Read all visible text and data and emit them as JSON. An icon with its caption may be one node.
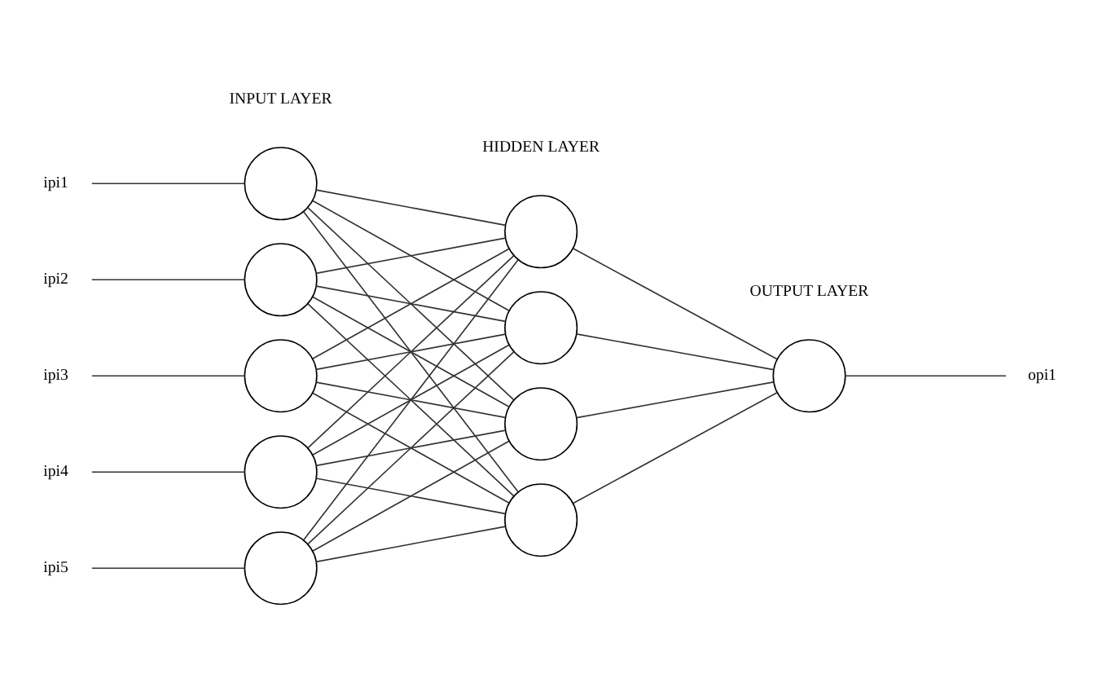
{
  "diagram": {
    "nodes": [
      {
        "text": [
          "ipi1"
        ]
      },
      {
        "text": [
          "ipi2"
        ]
      },
      {
        "text": [
          "ipi3"
        ]
      },
      {
        "text": [
          "ipi4"
        ]
      },
      {
        "text": [
          "ipi5"
        ]
      },
      {
        "text": [],
        "shape": "circle"
      },
      {
        "text": [],
        "shape": "circle"
      },
      {
        "text": [],
        "shape": "circle"
      },
      {
        "text": [],
        "shape": "circle"
      },
      {
        "text": [],
        "shape": "circle"
      },
      {
        "text": [],
        "shape": "circle"
      },
      {
        "text": [],
        "shape": "circle"
      },
      {
        "text": [],
        "shape": "circle"
      },
      {
        "text": [],
        "shape": "circle"
      },
      {
        "text": [],
        "shape": "circle"
      },
      {
        "text": [
          "opi1"
        ]
      }
    ],
    "edges": [
      {
        "from": 0,
        "to": 5,
        "arrow": "none"
      },
      {
        "from": 1,
        "to": 6,
        "arrow": "none"
      },
      {
        "from": 2,
        "to": 7,
        "arrow": "none"
      },
      {
        "from": 3,
        "to": 8,
        "arrow": "none"
      },
      {
        "from": 4,
        "to": 9,
        "arrow": "none"
      },
      {
        "from": 5,
        "to": 10,
        "arrow": "none"
      },
      {
        "from": 5,
        "to": 11,
        "arrow": "none"
      },
      {
        "from": 5,
        "to": 12,
        "arrow": "none"
      },
      {
        "from": 5,
        "to": 13,
        "arrow": "none"
      },
      {
        "from": 6,
        "to": 10,
        "arrow": "none"
      },
      {
        "from": 6,
        "to": 11,
        "arrow": "none"
      },
      {
        "from": 6,
        "to": 12,
        "arrow": "none"
      },
      {
        "from": 6,
        "to": 13,
        "arrow": "none"
      },
      {
        "from": 7,
        "to": 10,
        "arrow": "none"
      },
      {
        "from": 7,
        "to": 11,
        "arrow": "none"
      },
      {
        "from": 7,
        "to": 12,
        "arrow": "none"
      },
      {
        "from": 7,
        "to": 13,
        "arrow": "none"
      },
      {
        "from": 8,
        "to": 10,
        "arrow": "none"
      },
      {
        "from": 8,
        "to": 11,
        "arrow": "none"
      },
      {
        "from": 8,
        "to": 12,
        "arrow": "none"
      },
      {
        "from": 8,
        "to": 13,
        "arrow": "none"
      },
      {
        "from": 9,
        "to": 10,
        "arrow": "none"
      },
      {
        "from": 9,
        "to": 11,
        "arrow": "none"
      },
      {
        "from": 9,
        "to": 12,
        "arrow": "none"
      },
      {
        "from": 9,
        "to": 13,
        "arrow": "none"
      },
      {
        "from": 10,
        "to": 14,
        "arrow": "none"
      },
      {
        "from": 11,
        "to": 14,
        "arrow": "none"
      },
      {
        "from": 12,
        "to": 14,
        "arrow": "none"
      },
      {
        "from": 13,
        "to": 14,
        "arrow": "none"
      },
      {
        "from": 14,
        "to": 15,
        "arrow": "none"
      }
    ],
    "labels": [
      "INPUT LAYER",
      "HIDDEN LAYER",
      "OUTPUT LAYER"
    ]
  }
}
